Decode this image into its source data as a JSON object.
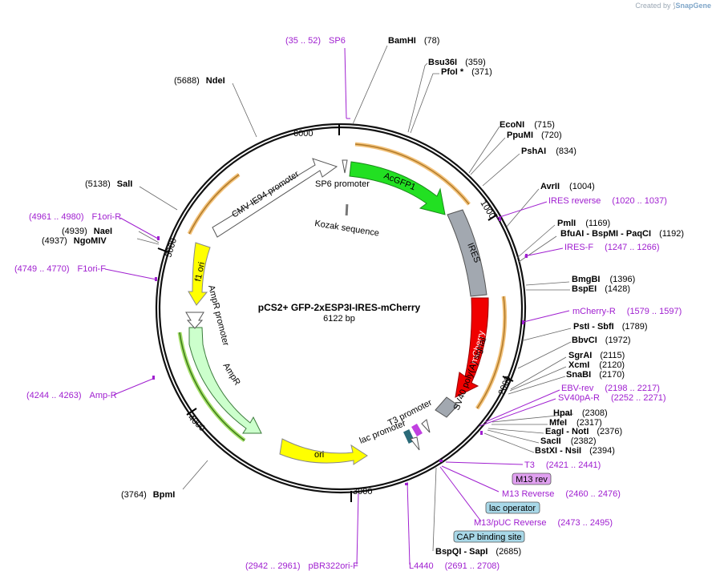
{
  "credit": {
    "prefix": "Created by",
    "brand": "SnapGene"
  },
  "title": {
    "name": "pCS2+ GFP-2xESP3I-IRES-mCherry",
    "size": "6122 bp"
  },
  "ring_ticks": [
    "6000",
    "1000",
    "2000",
    "3000",
    "4000",
    "5000"
  ],
  "features": [
    {
      "label": "CMV IE94 promoter",
      "color": "#ffffff"
    },
    {
      "label": "SP6 promoter",
      "color": "#ffffff"
    },
    {
      "label": "AcGFP1",
      "color": "#22e022"
    },
    {
      "label": "Kozak sequence",
      "color": "#777777"
    },
    {
      "label": "IRES",
      "color": "#a2a8b0"
    },
    {
      "label": "mCherry",
      "color": "#f00000"
    },
    {
      "label": "SV40 poly(A) signal",
      "color": "#a2a8b0"
    },
    {
      "label": "T3 promoter",
      "color": "#ffffff"
    },
    {
      "label": "lac promoter",
      "color": "#ffffff"
    },
    {
      "label": "ori",
      "color": "#ffff00"
    },
    {
      "label": "AmpR",
      "color": "#ccffcc"
    },
    {
      "label": "AmpR promoter",
      "color": "#ffffff"
    },
    {
      "label": "f1 ori",
      "color": "#ffff00"
    }
  ],
  "sites": [
    {
      "name": "BamHI",
      "pos": "(78)"
    },
    {
      "name": "Bsu36I",
      "pos": "(359)"
    },
    {
      "name": "PfoI *",
      "pos": "(371)"
    },
    {
      "name": "EcoNI",
      "pos": "(715)"
    },
    {
      "name": "PpuMI",
      "pos": "(720)"
    },
    {
      "name": "PshAI",
      "pos": "(834)"
    },
    {
      "name": "AvrII",
      "pos": "(1004)"
    },
    {
      "name": "PmlI",
      "pos": "(1169)"
    },
    {
      "name": "BfuAI - BspMI - PaqCI",
      "pos": "(1192)"
    },
    {
      "name": "BmgBI",
      "pos": "(1396)"
    },
    {
      "name": "BspEI",
      "pos": "(1428)"
    },
    {
      "name": "PstI - SbfI",
      "pos": "(1789)"
    },
    {
      "name": "BbvCI",
      "pos": "(1972)"
    },
    {
      "name": "SgrAI",
      "pos": "(2115)"
    },
    {
      "name": "XcmI",
      "pos": "(2120)"
    },
    {
      "name": "SnaBI",
      "pos": "(2170)"
    },
    {
      "name": "HpaI",
      "pos": "(2308)"
    },
    {
      "name": "MfeI",
      "pos": "(2317)"
    },
    {
      "name": "EagI - NotI",
      "pos": "(2376)"
    },
    {
      "name": "SacII",
      "pos": "(2382)"
    },
    {
      "name": "BstXI - NsiI",
      "pos": "(2394)"
    },
    {
      "name": "BspQI - SapI",
      "pos": "(2685)"
    },
    {
      "name": "BpmI",
      "pos": "(3764)",
      "left": true
    },
    {
      "name": "NdeI",
      "pos": "(5688)",
      "left": true
    },
    {
      "name": "SalI",
      "pos": "(5138)",
      "left": true
    },
    {
      "name": "NaeI",
      "pos": "(4939)",
      "left": true
    },
    {
      "name": "NgoMIV",
      "pos": "(4937)",
      "left": true
    }
  ],
  "primers": [
    {
      "name": "SP6",
      "range": "(35 .. 52)"
    },
    {
      "name": "IRES reverse",
      "range": "(1020 .. 1037)"
    },
    {
      "name": "IRES-F",
      "range": "(1247 .. 1266)"
    },
    {
      "name": "mCherry-R",
      "range": "(1579 .. 1597)"
    },
    {
      "name": "EBV-rev",
      "range": "(2198 .. 2217)"
    },
    {
      "name": "SV40pA-R",
      "range": "(2252 .. 2271)"
    },
    {
      "name": "T3",
      "range": "(2421 .. 2441)"
    },
    {
      "name": "M13 Reverse",
      "range": "(2460 .. 2476)"
    },
    {
      "name": "M13/pUC Reverse",
      "range": "(2473 .. 2495)"
    },
    {
      "name": "L4440",
      "range": "(2691 .. 2708)"
    },
    {
      "name": "pBR322ori-F",
      "range": "(2942 .. 2961)"
    },
    {
      "name": "Amp-R",
      "range": "(4244 .. 4263)"
    },
    {
      "name": "F1ori-F",
      "range": "(4749 .. 4770)"
    },
    {
      "name": "F1ori-R",
      "range": "(4961 .. 4980)"
    }
  ],
  "boxed": [
    {
      "label": "M13 rev",
      "fill": "#e0a0f0"
    },
    {
      "label": "lac operator",
      "fill": "#a8d8e8"
    },
    {
      "label": "CAP binding site",
      "fill": "#a8d8e8"
    }
  ]
}
